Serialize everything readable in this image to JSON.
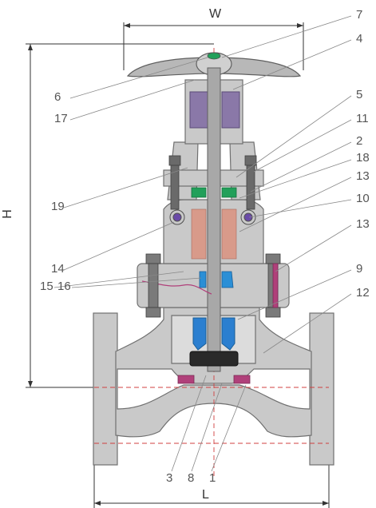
{
  "dimensions": {
    "width": "W",
    "height": "H",
    "length": "L"
  },
  "callouts_right": [
    "7",
    "4",
    "5",
    "11",
    "2",
    "18",
    "13",
    "10",
    "13",
    "9",
    "12"
  ],
  "callouts_left": [
    "6",
    "17",
    "19",
    "14",
    "15",
    "16"
  ],
  "callouts_bottom": [
    "3",
    "8",
    "1"
  ],
  "colors": {
    "body": "#c9c9c9",
    "body_outline": "#707070",
    "stem": "#a8a8a8",
    "yoke_bushing": "#8a78a8",
    "gland_seal": "#22a05a",
    "packing": "#d89a8a",
    "bonnet_seal": "#2b8fd6",
    "disc_holder": "#2b7fd0",
    "seat_ring": "#b0407a",
    "centerline": "#d04040",
    "bolt": "#6a6a6a"
  }
}
